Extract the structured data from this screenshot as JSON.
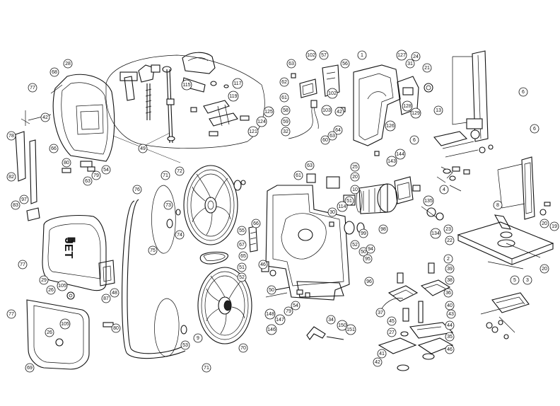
{
  "brand_text": "JET",
  "callouts": [
    {
      "id": "77a",
      "label": "77"
    },
    {
      "id": "68",
      "label": "68"
    },
    {
      "id": "28",
      "label": "28"
    },
    {
      "id": "42a",
      "label": "42"
    },
    {
      "id": "66a",
      "label": "66"
    },
    {
      "id": "78",
      "label": "78"
    },
    {
      "id": "82",
      "label": "82"
    },
    {
      "id": "80a",
      "label": "80"
    },
    {
      "id": "63a",
      "label": "63"
    },
    {
      "id": "79a",
      "label": "79"
    },
    {
      "id": "54a",
      "label": "54"
    },
    {
      "id": "83",
      "label": "83"
    },
    {
      "id": "97",
      "label": "97"
    },
    {
      "id": "49",
      "label": "49"
    },
    {
      "id": "71a",
      "label": "71"
    },
    {
      "id": "72",
      "label": "72"
    },
    {
      "id": "73",
      "label": "73"
    },
    {
      "id": "74",
      "label": "74"
    },
    {
      "id": "75",
      "label": "75"
    },
    {
      "id": "76",
      "label": "76"
    },
    {
      "id": "77b",
      "label": "77"
    },
    {
      "id": "29",
      "label": "29"
    },
    {
      "id": "26a",
      "label": "26"
    },
    {
      "id": "105a",
      "label": "105"
    },
    {
      "id": "87",
      "label": "87"
    },
    {
      "id": "48",
      "label": "48"
    },
    {
      "id": "77c",
      "label": "77"
    },
    {
      "id": "26b",
      "label": "26"
    },
    {
      "id": "105b",
      "label": "105"
    },
    {
      "id": "80b",
      "label": "80"
    },
    {
      "id": "69",
      "label": "69"
    },
    {
      "id": "55",
      "label": "55"
    },
    {
      "id": "70",
      "label": "70"
    },
    {
      "id": "53",
      "label": "53"
    },
    {
      "id": "9",
      "label": "9"
    },
    {
      "id": "71b",
      "label": "71"
    },
    {
      "id": "115",
      "label": "115"
    },
    {
      "id": "117",
      "label": "117"
    },
    {
      "id": "119",
      "label": "119"
    },
    {
      "id": "121",
      "label": "121"
    },
    {
      "id": "124",
      "label": "124"
    },
    {
      "id": "125",
      "label": "125"
    },
    {
      "id": "63b",
      "label": "63"
    },
    {
      "id": "102a",
      "label": "102"
    },
    {
      "id": "57",
      "label": "57"
    },
    {
      "id": "56",
      "label": "56"
    },
    {
      "id": "62",
      "label": "62"
    },
    {
      "id": "61a",
      "label": "61"
    },
    {
      "id": "58",
      "label": "58"
    },
    {
      "id": "59",
      "label": "59"
    },
    {
      "id": "32",
      "label": "32"
    },
    {
      "id": "60",
      "label": "60"
    },
    {
      "id": "102b",
      "label": "102"
    },
    {
      "id": "103",
      "label": "103"
    },
    {
      "id": "42b",
      "label": "42"
    },
    {
      "id": "64",
      "label": "64"
    },
    {
      "id": "63c",
      "label": "63"
    },
    {
      "id": "1",
      "label": "1"
    },
    {
      "id": "127",
      "label": "127"
    },
    {
      "id": "31",
      "label": "31"
    },
    {
      "id": "24",
      "label": "24"
    },
    {
      "id": "21",
      "label": "21"
    },
    {
      "id": "128",
      "label": "128"
    },
    {
      "id": "129",
      "label": "129"
    },
    {
      "id": "126",
      "label": "126"
    },
    {
      "id": "13",
      "label": "13"
    },
    {
      "id": "144",
      "label": "144"
    },
    {
      "id": "143",
      "label": "143"
    },
    {
      "id": "6a",
      "label": "6"
    },
    {
      "id": "6b",
      "label": "6"
    },
    {
      "id": "6c",
      "label": "6"
    },
    {
      "id": "4",
      "label": "4"
    },
    {
      "id": "20a",
      "label": "20"
    },
    {
      "id": "19",
      "label": "19"
    },
    {
      "id": "25",
      "label": "25"
    },
    {
      "id": "20b",
      "label": "20"
    },
    {
      "id": "63d",
      "label": "63"
    },
    {
      "id": "61b",
      "label": "61"
    },
    {
      "id": "10",
      "label": "10"
    },
    {
      "id": "30",
      "label": "30"
    },
    {
      "id": "114",
      "label": "114"
    },
    {
      "id": "51a",
      "label": "51"
    },
    {
      "id": "99",
      "label": "99"
    },
    {
      "id": "98",
      "label": "98"
    },
    {
      "id": "52a",
      "label": "52"
    },
    {
      "id": "50a",
      "label": "50"
    },
    {
      "id": "94",
      "label": "94"
    },
    {
      "id": "95",
      "label": "95"
    },
    {
      "id": "96",
      "label": "96"
    },
    {
      "id": "66b",
      "label": "66"
    },
    {
      "id": "67",
      "label": "67"
    },
    {
      "id": "65",
      "label": "65"
    },
    {
      "id": "51b",
      "label": "51"
    },
    {
      "id": "52b",
      "label": "52"
    },
    {
      "id": "46",
      "label": "46"
    },
    {
      "id": "50b",
      "label": "50"
    },
    {
      "id": "148",
      "label": "148"
    },
    {
      "id": "147",
      "label": "147"
    },
    {
      "id": "146",
      "label": "146"
    },
    {
      "id": "79b",
      "label": "79"
    },
    {
      "id": "54b",
      "label": "54"
    },
    {
      "id": "34",
      "label": "34"
    },
    {
      "id": "150",
      "label": "150"
    },
    {
      "id": "151",
      "label": "151"
    },
    {
      "id": "135",
      "label": "135"
    },
    {
      "id": "134",
      "label": "134"
    },
    {
      "id": "23",
      "label": "23"
    },
    {
      "id": "22",
      "label": "22"
    },
    {
      "id": "2",
      "label": "2"
    },
    {
      "id": "39",
      "label": "39"
    },
    {
      "id": "38",
      "label": "38"
    },
    {
      "id": "36",
      "label": "36"
    },
    {
      "id": "40",
      "label": "40"
    },
    {
      "id": "43",
      "label": "43"
    },
    {
      "id": "44",
      "label": "44"
    },
    {
      "id": "35",
      "label": "35"
    },
    {
      "id": "37",
      "label": "37"
    },
    {
      "id": "45",
      "label": "45"
    },
    {
      "id": "27",
      "label": "27"
    },
    {
      "id": "41",
      "label": "41"
    },
    {
      "id": "42c",
      "label": "42"
    },
    {
      "id": "46b",
      "label": "46"
    },
    {
      "id": "5",
      "label": "5"
    },
    {
      "id": "3",
      "label": "3"
    },
    {
      "id": "20c",
      "label": "20"
    },
    {
      "id": "8",
      "label": "8"
    }
  ]
}
